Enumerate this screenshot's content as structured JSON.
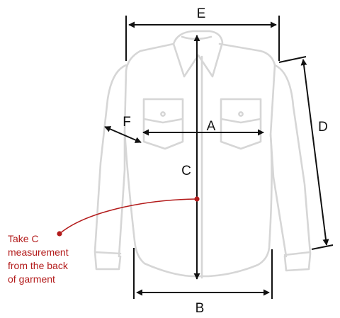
{
  "labels": {
    "a": "A",
    "b": "B",
    "c": "C",
    "d": "D",
    "e": "E",
    "f": "F"
  },
  "note": {
    "lines": [
      "Take C",
      "measurement",
      "from the back",
      "of garment"
    ]
  },
  "colors": {
    "outline": "#d6d6d6",
    "arrow": "#111111",
    "accent": "#b31b1b",
    "background": "#ffffff"
  }
}
